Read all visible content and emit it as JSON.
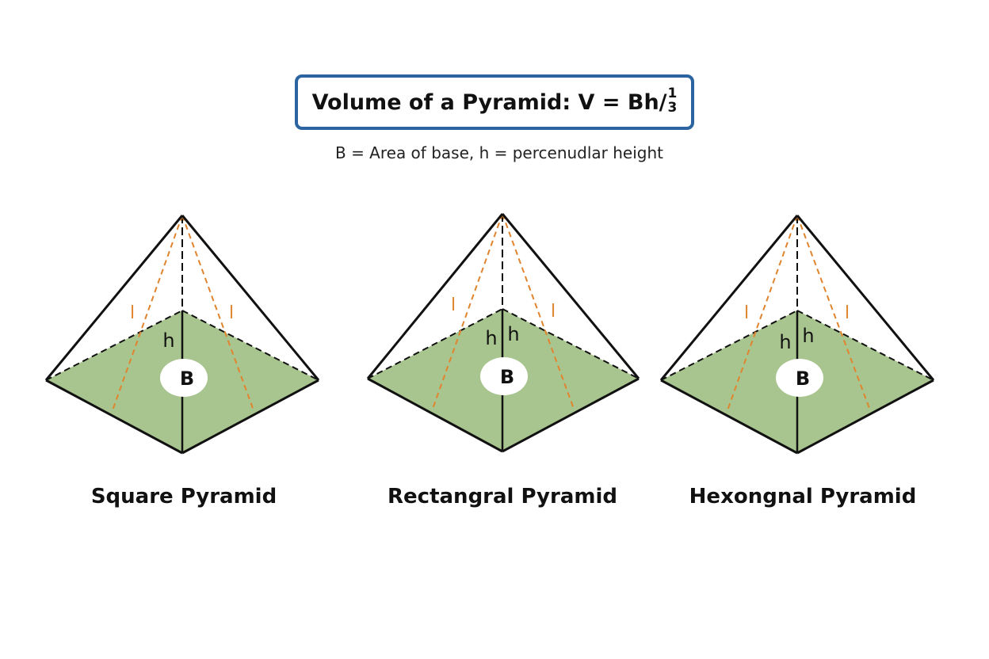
{
  "title": {
    "main": "Volume of a Pyramid: V = Bh/",
    "frac_num": "1",
    "frac_den": "3"
  },
  "subtitle": "B = Area of base, h = percenudlar height",
  "colors": {
    "border": "#2c64a2",
    "base_fill": "#a9c58f",
    "edge": "#111111",
    "slant_dashed": "#e0842e"
  },
  "pyramids": [
    {
      "caption": "Square Pyramid",
      "base_label": "B",
      "height_labels": [
        "h"
      ],
      "slant_labels": [
        "l",
        "l"
      ]
    },
    {
      "caption": "Rectangral Pyramid",
      "base_label": "B",
      "height_labels": [
        "h",
        "h"
      ],
      "slant_labels": [
        "l",
        "l"
      ]
    },
    {
      "caption": "Hexongnal Pyramid",
      "base_label": "B",
      "height_labels": [
        "h",
        "h"
      ],
      "slant_labels": [
        "l",
        "l"
      ]
    }
  ]
}
